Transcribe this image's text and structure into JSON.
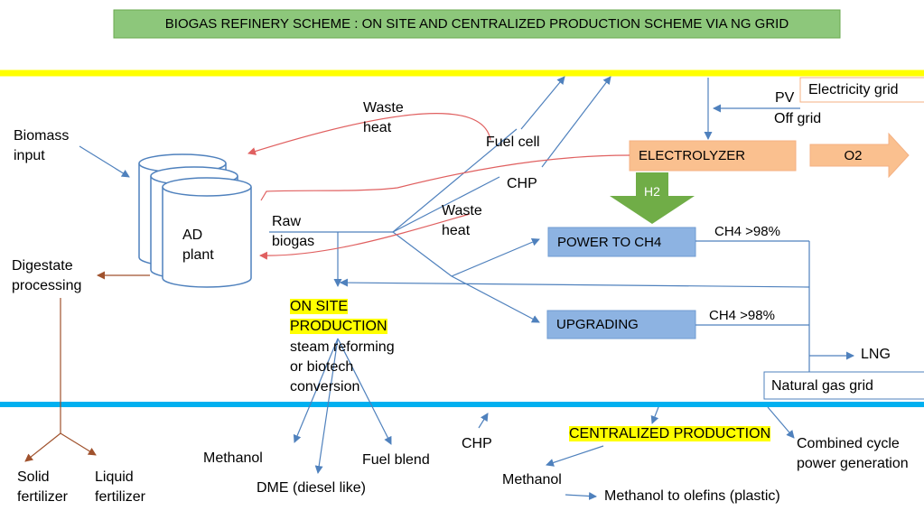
{
  "title": "BIOGAS REFINERY SCHEME : ON SITE AND CENTRALIZED PRODUCTION SCHEME VIA NG GRID",
  "colors": {
    "title_bg": "#8dc77b",
    "top_band": "#ffff00",
    "bottom_band": "#00b0f0",
    "blue_box": "#8db3e2",
    "orange_box": "#fac08f",
    "h2_arrow": "#70ad47",
    "arrow_blue": "#4f81bd",
    "arrow_red": "#e06060",
    "arrow_brown": "#a0522d",
    "highlight": "#ffff00"
  },
  "labels": {
    "biomass_input": [
      "Biomass",
      "input"
    ],
    "ad_plant": [
      "AD",
      "plant"
    ],
    "digestate_processing": [
      "Digestate",
      "processing"
    ],
    "solid_fertilizer": [
      "Solid",
      "fertilizer"
    ],
    "liquid_fertilizer": [
      "Liquid",
      "fertilizer"
    ],
    "waste_heat_top": [
      "Waste",
      "heat"
    ],
    "waste_heat_mid": [
      "Waste",
      "heat"
    ],
    "raw_biogas": [
      "Raw",
      "biogas"
    ],
    "fuel_cell": "Fuel cell",
    "chp_top": "CHP",
    "pv": "PV",
    "off_grid": "Off grid",
    "electricity_grid": "Electricity grid",
    "electrolyzer": "ELECTROLYZER",
    "o2": "O2",
    "h2": "H2",
    "power_to_ch4": "POWER TO CH4",
    "upgrading": "UPGRADING",
    "ch4_1": "CH4 >98%",
    "ch4_2": "CH4 >98%",
    "lng": "LNG",
    "natural_gas_grid": "Natural gas  grid",
    "onsite_production": [
      "ON SITE",
      "PRODUCTION"
    ],
    "onsite_detail": [
      "steam reforming",
      "or biotech",
      "conversion"
    ],
    "methanol_left": "Methanol",
    "dme": "DME (diesel like)",
    "fuel_blend": "Fuel blend",
    "chp_bottom": "CHP",
    "centralized_production": "CENTRALIZED PRODUCTION",
    "methanol_bottom": "Methanol",
    "methanol_olefins": "Methanol to olefins (plastic)",
    "combined_cycle": [
      "Combined cycle",
      "power generation"
    ]
  }
}
